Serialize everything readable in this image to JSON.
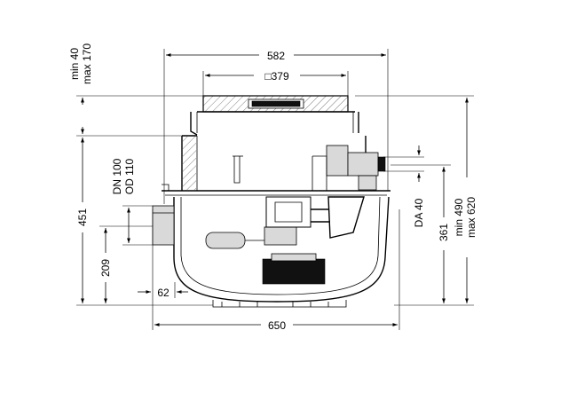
{
  "dimensions": {
    "width_overall": "582",
    "width_cover": "□379",
    "width_base": "650",
    "offset_inlet": "62",
    "height_total": "451",
    "height_inlet": "209",
    "height_outlet": "361",
    "extension_min": "min 40",
    "extension_max": "max 170",
    "total_min": "min 490",
    "total_max": "max 620"
  },
  "labels": {
    "inlet_dn": "DN 100",
    "inlet_od": "OD 110",
    "outlet_da": "DA 40"
  },
  "colors": {
    "line": "#000000",
    "fill_light": "#d9d9d9",
    "fill_dark": "#111111"
  }
}
